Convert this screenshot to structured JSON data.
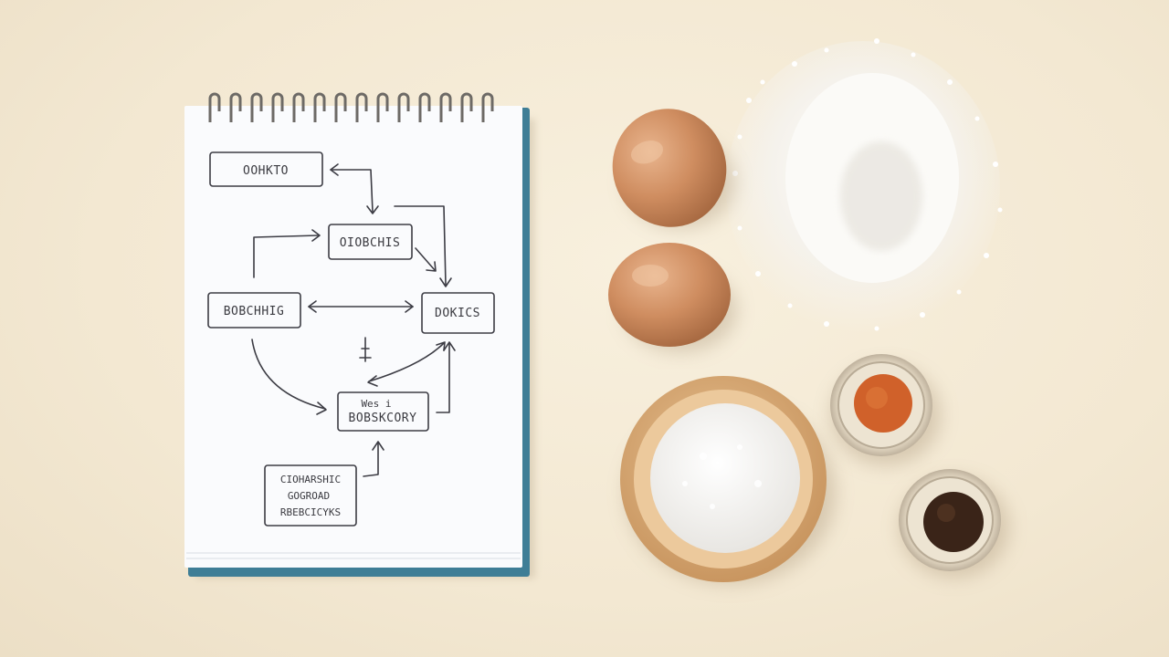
{
  "notebook": {
    "boxes": [
      {
        "label": "OOHKTO"
      },
      {
        "label": "OIOBCHIS"
      },
      {
        "label": "BOBCHHIG"
      },
      {
        "label": "DOKICS"
      },
      {
        "label": "BOBSKCORY",
        "sublabel": "Wes i"
      },
      {
        "label": "CIOHARSHIC",
        "line2": "GOGROAD",
        "line3": "RBEBCICYKS"
      }
    ]
  },
  "ingredients": {
    "eggs": 2,
    "spice_jar_colors": [
      "#d0612a",
      "#3a2418"
    ],
    "salt_bowl": true,
    "flour_pile": true
  },
  "colors": {
    "background": "#f4ead5",
    "notebook_cover": "#3f7e96",
    "egg": "#c98a5e"
  }
}
